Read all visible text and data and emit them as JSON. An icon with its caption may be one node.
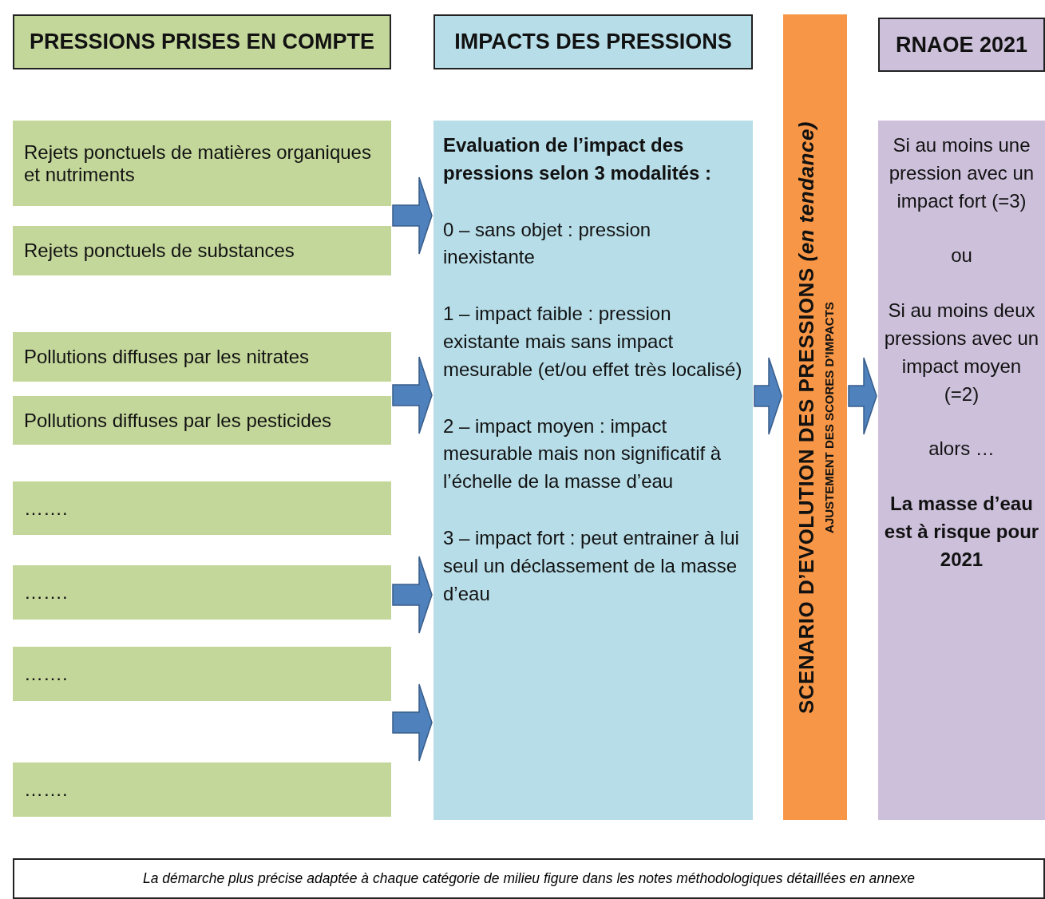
{
  "diagram": {
    "nodes": [
      {
        "text": [
          "PRESSIONS PRISES EN COMPTE"
        ]
      },
      {
        "text": [
          "IMPACTS DES PRESSIONS"
        ]
      },
      {
        "text": [
          "RNAOE 2021"
        ]
      },
      {
        "text": [
          "Rejets ponctuels de matières organiques et nutriments"
        ]
      },
      {
        "text": [
          "Rejets ponctuels de substances"
        ]
      },
      {
        "text": [
          "Pollutions diffuses par les nitrates"
        ]
      },
      {
        "text": [
          "Pollutions diffuses par les pesticides"
        ]
      },
      {
        "text": [
          "……."
        ]
      },
      {
        "text": [
          "……."
        ]
      },
      {
        "text": [
          "……."
        ]
      },
      {
        "text": [
          "……."
        ]
      },
      {
        "text": [
          "Evaluation de l’impact des pressions selon 3 modalités  :",
          "0 – sans objet : pression inexistante",
          "1 – impact faible : pression existante mais sans impact mesurable (et/ou effet très localisé)",
          "2 – impact moyen : impact mesurable mais non significatif à l’échelle de la masse d’eau",
          "3 – impact fort : peut entrainer à lui seul un déclassement de la masse d’eau"
        ]
      },
      {
        "text": [
          "SCENARIO D’EVOLUTION DES PRESSIONS *(en tendance)*",
          "AJUSTEMENT DES SCORES D’IMPACTS"
        ]
      },
      {
        "text": [
          "Si au moins une pression avec un impact fort (=3)",
          "ou",
          "Si au moins deux pressions avec un impact moyen (=2)",
          "alors …",
          "La masse d’eau est à risque pour 2021"
        ]
      },
      {
        "text": [
          "La démarche plus précise adaptée à chaque catégorie de milieu figure dans les notes méthodologiques détaillées en annexe"
        ]
      }
    ],
    "edges": [
      {
        "from": 3,
        "to": 11,
        "arrow": "to"
      },
      {
        "from": 4,
        "to": 11,
        "arrow": "to"
      },
      {
        "from": 5,
        "to": 11,
        "arrow": "to"
      },
      {
        "from": 6,
        "to": 11,
        "arrow": "to"
      },
      {
        "from": 8,
        "to": 11,
        "arrow": "to"
      },
      {
        "from": 9,
        "to": 11,
        "arrow": "to"
      },
      {
        "from": 10,
        "to": 11,
        "arrow": "to"
      },
      {
        "from": 11,
        "to": 12,
        "arrow": "to"
      },
      {
        "from": 12,
        "to": 13,
        "arrow": "to"
      }
    ]
  }
}
